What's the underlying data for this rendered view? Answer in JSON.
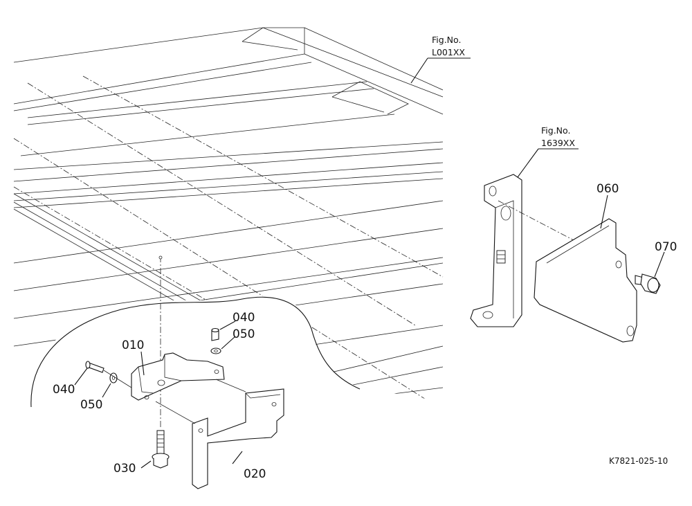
{
  "figure_refs": {
    "upper": {
      "line1": "Fig.No.",
      "line2": "L001XX"
    },
    "right": {
      "line1": "Fig.No.",
      "line2": "1639XX"
    }
  },
  "part_labels": {
    "p010": "010",
    "p020": "020",
    "p030": "030",
    "p040_top": "040",
    "p050_top": "050",
    "p040_left": "040",
    "p050_left": "050",
    "p060": "060",
    "p070": "070"
  },
  "drawing_code": "K7821-025-10"
}
